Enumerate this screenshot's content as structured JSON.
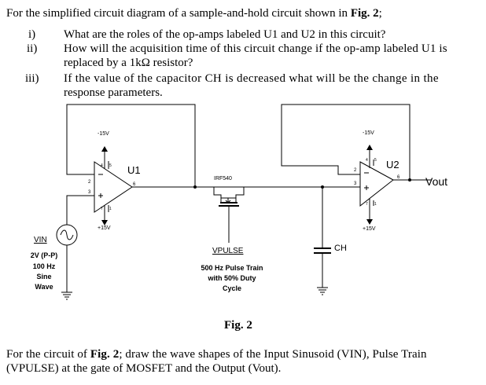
{
  "question": {
    "intro_pre": "For the simplified circuit diagram of a sample-and-hold circuit shown in ",
    "intro_ref": "Fig. 2",
    "intro_post": ";",
    "items": [
      {
        "num": "i)",
        "line1": "What are the roles of the op-amps labeled U1 and U2 in this circuit?",
        "line2": ""
      },
      {
        "num": "ii)",
        "line1": "How will the acquisition time of this circuit change if the op-amp labeled U1 is",
        "line2": "replaced by a 1kΩ resistor?"
      },
      {
        "num": "iii)",
        "line1": "If the value of the capacitor CH is decreased what will be the change in the",
        "line2": "response parameters."
      }
    ]
  },
  "circuit": {
    "u1": {
      "name": "U1",
      "neg_supply": "-15V",
      "pos_supply": "+15V",
      "pin_inv": "2",
      "pin_noninv": "3",
      "pin_out": "6",
      "pin_top1": "4",
      "pin_top2": "5",
      "pin_bot1": "7",
      "pin_bot2": "1"
    },
    "u2": {
      "name": "U2",
      "neg_supply": "-15V",
      "pos_supply": "+15V",
      "pin_inv": "2",
      "pin_noninv": "3",
      "pin_out": "6",
      "pin_top1": "4",
      "pin_top2": "5",
      "pin_bot1": "7",
      "pin_bot2": "1"
    },
    "mosfet": "IRF540",
    "vin": {
      "name": "VIN",
      "desc1": "2V (P-P)",
      "desc2": "100 Hz",
      "desc3": "Sine",
      "desc4": "Wave"
    },
    "vpulse": {
      "name": "VPULSE",
      "desc1": "500 Hz Pulse Train",
      "desc2": "with 50% Duty",
      "desc3": "Cycle"
    },
    "cap": "CH",
    "output": "Vout"
  },
  "caption": "Fig. 2",
  "footer": {
    "pre": "For the circuit of ",
    "ref": "Fig. 2",
    "mid": "; draw the wave shapes of the Input Sinusoid (VIN), Pulse Train",
    "line2": "(VPULSE) at the gate of MOSFET and the Output (Vout)."
  }
}
